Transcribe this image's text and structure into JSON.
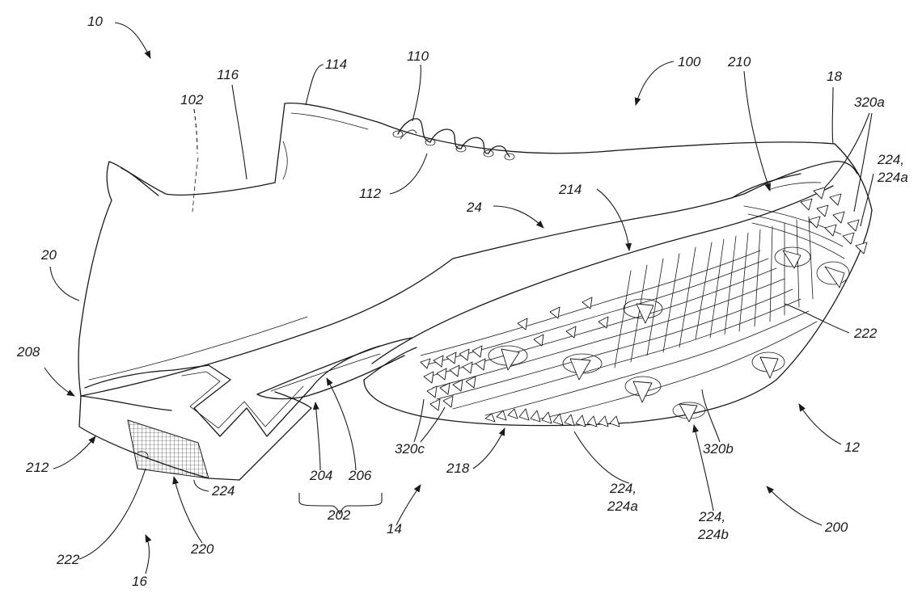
{
  "labels": {
    "r10": "10",
    "r116": "116",
    "r114": "114",
    "r110": "110",
    "r100": "100",
    "r210": "210",
    "r18": "18",
    "r320a": "320a",
    "r102": "102",
    "r224comma": "224,",
    "r224a": "224a",
    "r112": "112",
    "r214": "214",
    "r24": "24",
    "r20": "20",
    "r222": "222",
    "r208": "208",
    "r320c": "320c",
    "r320b": "320b",
    "r12": "12",
    "r218": "218",
    "r212": "212",
    "r204": "204",
    "r206": "206",
    "r224": "224",
    "r224b": "224b",
    "r202": "202",
    "r14": "14",
    "r200": "200",
    "r220": "220",
    "r16": "16"
  }
}
